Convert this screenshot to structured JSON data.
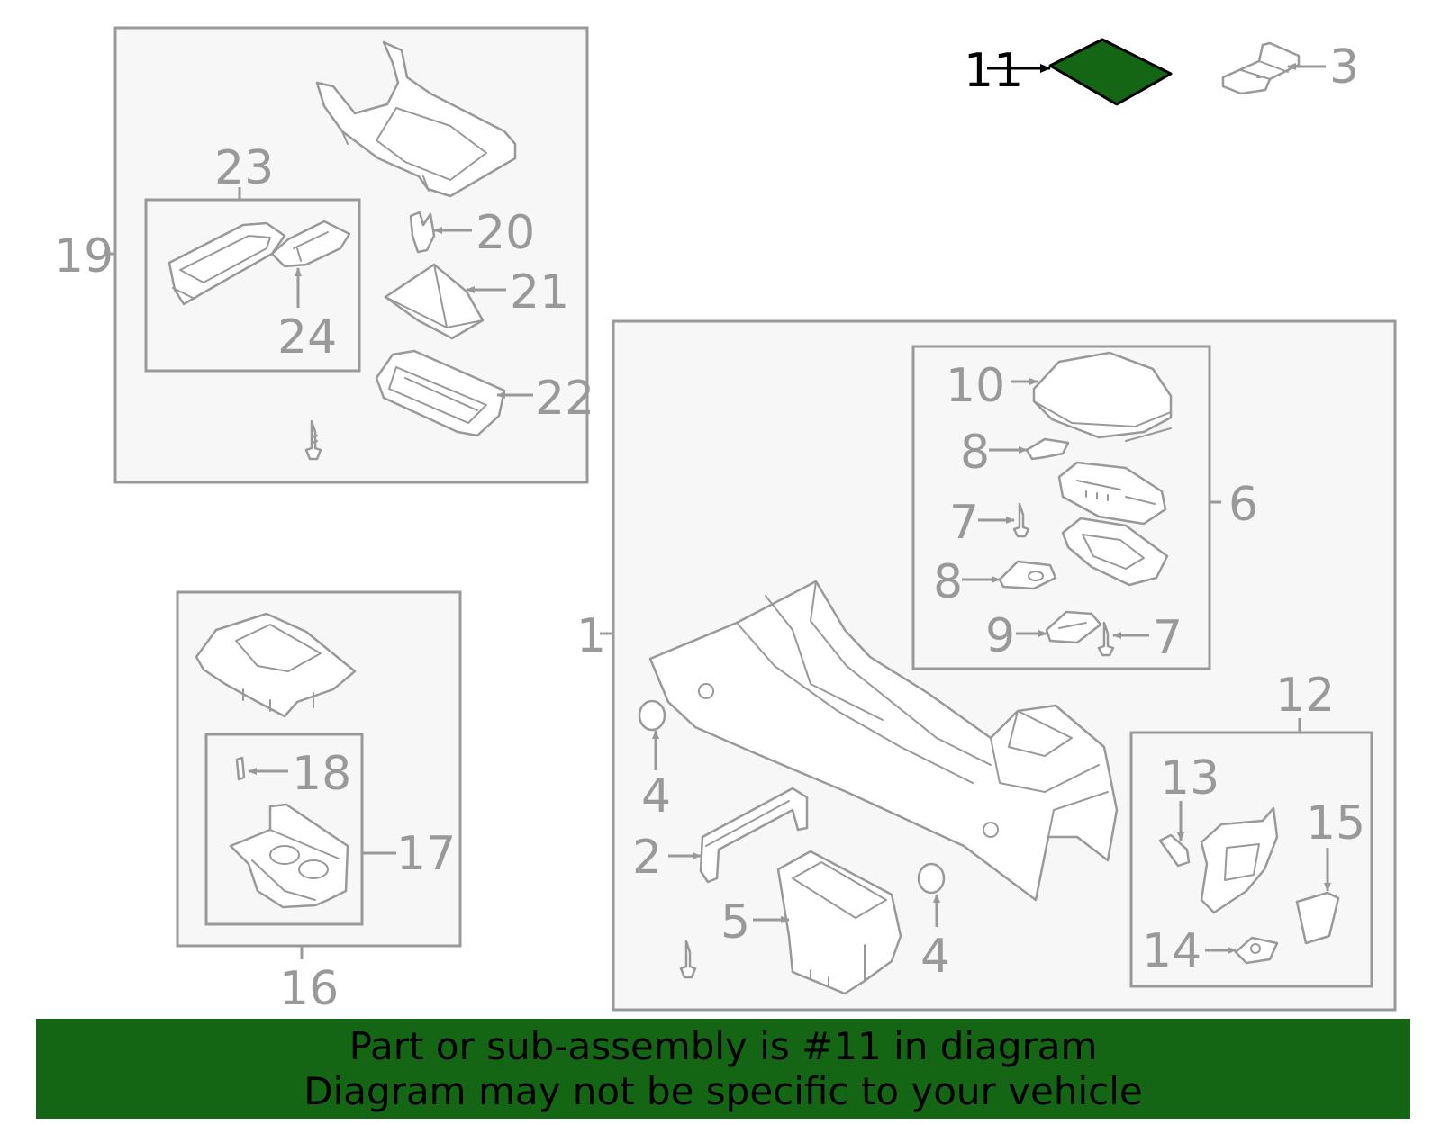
{
  "diagram": {
    "highlight_color": "#146614",
    "line_color": "#999999",
    "callouts": {
      "c1": "1",
      "c2": "2",
      "c3": "3",
      "c4a": "4",
      "c4b": "4",
      "c5": "5",
      "c6": "6",
      "c7a": "7",
      "c7b": "7",
      "c8a": "8",
      "c8b": "8",
      "c9": "9",
      "c10": "10",
      "c11": "11",
      "c12": "12",
      "c13": "13",
      "c14": "14",
      "c15": "15",
      "c16": "16",
      "c17": "17",
      "c18": "18",
      "c19": "19",
      "c20": "20",
      "c21": "21",
      "c22": "22",
      "c23": "23",
      "c24": "24"
    }
  },
  "banner": {
    "line1": "Part or sub-assembly is #11 in diagram",
    "line2": "Diagram may not be specific to your vehicle"
  }
}
